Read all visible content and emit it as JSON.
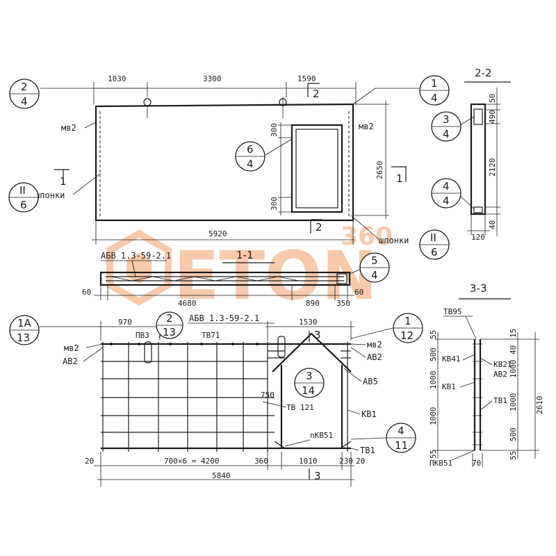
{
  "watermark": {
    "brand": "ETON",
    "number": "360",
    "color": "#f2a06a"
  },
  "elevation": {
    "dims_top": [
      "1030",
      "3300",
      "1590"
    ],
    "dim_bottom": "5920",
    "dim_height": "2650",
    "dim_door_top": "300",
    "dim_door_bottom": "300",
    "labels": {
      "mv_left": "мв2",
      "mv_right": "мв2",
      "shponki_left": "шпонки",
      "shponki_right": "шпонки"
    },
    "cuts": {
      "top": "2",
      "bottom": "2",
      "left": "1",
      "right": "1"
    },
    "callouts": [
      {
        "num": "2",
        "den": "4"
      },
      {
        "num": "1",
        "den": "4"
      },
      {
        "num": "6",
        "den": "4"
      },
      {
        "num": "II",
        "den": "6"
      },
      {
        "num": "II",
        "den": "6"
      }
    ]
  },
  "section22": {
    "title": "2-2",
    "dims": [
      "50",
      "490",
      "2120",
      "40"
    ],
    "width": "120",
    "callouts": [
      {
        "num": "3",
        "den": "4"
      },
      {
        "num": "4",
        "den": "4"
      }
    ]
  },
  "section11": {
    "title": "1-1",
    "label": "АБВ 1.3-59-2.1",
    "dims": [
      "60",
      "4680",
      "890",
      "350",
      "60"
    ],
    "callout": {
      "num": "5",
      "den": "4"
    }
  },
  "reinforcement": {
    "label": "АБВ 1.3-59-2.1",
    "dims_top": [
      "970",
      "1530"
    ],
    "dims_bottom": [
      "20",
      "700×6 = 4200",
      "360",
      "1010",
      "230",
      "20"
    ],
    "total": "5840",
    "dim_750": "750",
    "items": {
      "pv3": "ПВ3",
      "tv71": "ТВ71",
      "mv2_left": "мв2",
      "av2_left": "АВ2",
      "mv2_right": "мв2",
      "av2_right": "АВ2",
      "av5": "АВ5",
      "kv1": "КВ1",
      "tv121": "ТВ 121",
      "pkv51": "пКВ51",
      "tv1": "ТВ1"
    },
    "cut_marks": {
      "top": "3",
      "bottom": "3"
    },
    "callouts": [
      {
        "num": "1A",
        "den": "13"
      },
      {
        "num": "2",
        "den": "13"
      },
      {
        "num": "1",
        "den": "12"
      },
      {
        "num": "3",
        "den": "14"
      },
      {
        "num": "4",
        "den": "11"
      }
    ]
  },
  "section33": {
    "title": "3-3",
    "labels": {
      "tv95": "ТВ95",
      "kv41": "КВ41",
      "kv1": "КВ1",
      "kv21": "КВ21",
      "av2": "АВ2",
      "tv1": "ТВ1",
      "pkv51": "ПКВ51"
    },
    "dims_left": [
      "55",
      "500",
      "1000",
      "1000",
      "55"
    ],
    "dims_right": [
      "15",
      "40",
      "1000",
      "1000",
      "500",
      "55"
    ],
    "total": "2610",
    "bottom": "70"
  }
}
